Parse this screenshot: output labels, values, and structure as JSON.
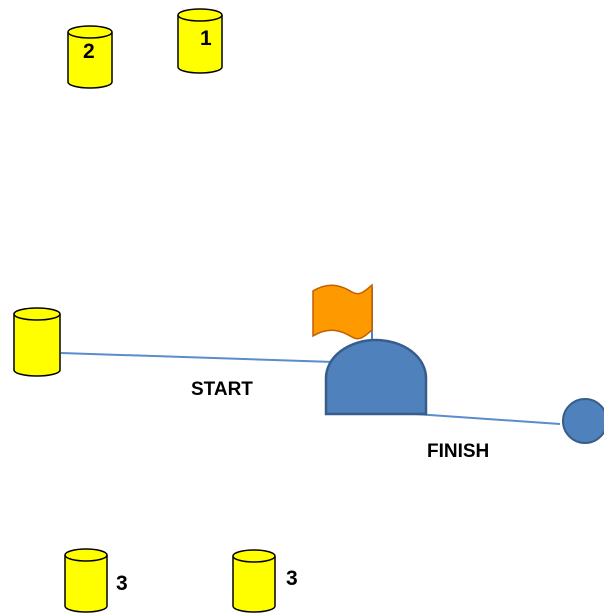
{
  "colors": {
    "background": "#ffffff",
    "barrel_fill": "#ffff00",
    "barrel_stroke": "#000000",
    "line": "#5b8ccc",
    "tent_fill": "#4f81bd",
    "tent_stroke": "#385d8a",
    "flag_fill": "#ff9900"
  },
  "labels": {
    "start": "START",
    "finish": "FINISH"
  },
  "barrels": {
    "barrel_1": {
      "number": "1"
    },
    "barrel_2": {
      "number": "2"
    },
    "barrel_3a": {
      "number": "3"
    },
    "barrel_3b": {
      "number": "3"
    },
    "barrel_start": {
      "number": ""
    }
  },
  "icons": {
    "tent": "dome-tent-icon",
    "flag": "flag-icon",
    "finish_marker": "circle-marker-icon",
    "barrel": "barrel-icon"
  }
}
